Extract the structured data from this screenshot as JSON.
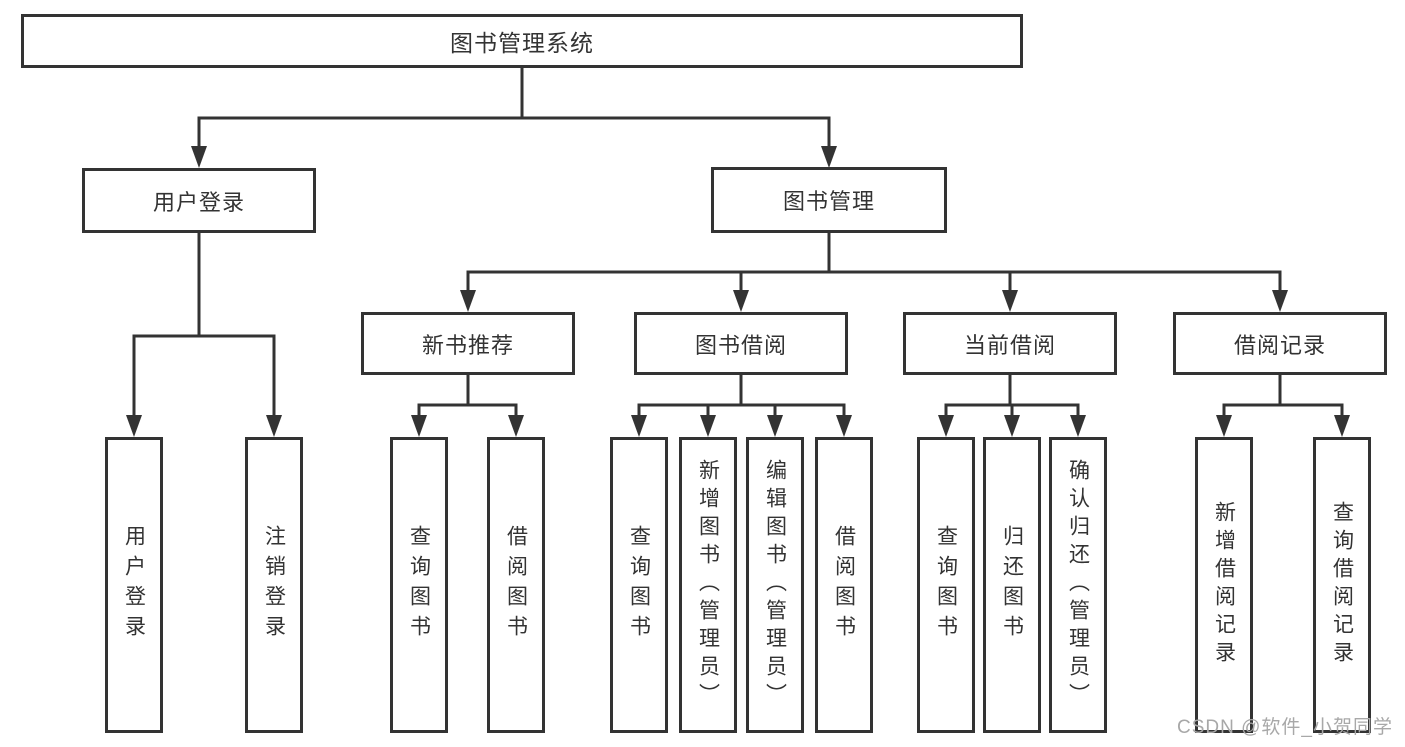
{
  "diagram": {
    "type": "hierarchy-tree",
    "title": "图书管理系统"
  },
  "tree": {
    "root": {
      "label": "图书管理系统",
      "children": [
        {
          "label": "用户登录",
          "children": [
            {
              "label": "用户登录"
            },
            {
              "label": "注销登录"
            }
          ]
        },
        {
          "label": "图书管理",
          "children": [
            {
              "label": "新书推荐",
              "children": [
                {
                  "label": "查询图书"
                },
                {
                  "label": "借阅图书"
                }
              ]
            },
            {
              "label": "图书借阅",
              "children": [
                {
                  "label": "查询图书"
                },
                {
                  "label": "新增图书（管理员）"
                },
                {
                  "label": "编辑图书（管理员）"
                },
                {
                  "label": "借阅图书"
                }
              ]
            },
            {
              "label": "当前借阅",
              "children": [
                {
                  "label": "查询图书"
                },
                {
                  "label": "归还图书"
                },
                {
                  "label": "确认归还（管理员）"
                }
              ]
            },
            {
              "label": "借阅记录",
              "children": [
                {
                  "label": "新增借阅记录"
                },
                {
                  "label": "查询借阅记录"
                }
              ]
            }
          ]
        }
      ]
    }
  },
  "watermark": {
    "text": "CSDN @软件_小贺同学",
    "color": "#a8a8a8"
  },
  "colors": {
    "line": "#333333",
    "box_border": "#333333",
    "text": "#333333",
    "background": "#ffffff"
  }
}
